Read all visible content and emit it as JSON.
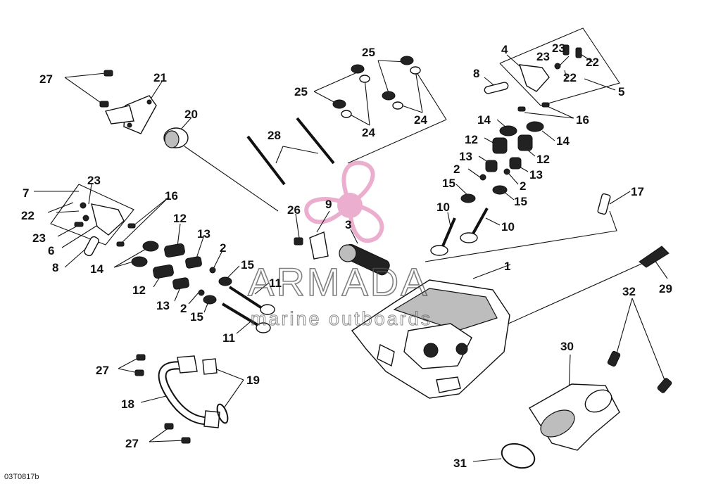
{
  "diagram": {
    "reference_code": "03T0817b",
    "watermark": {
      "brand": "ARMADA",
      "tagline": "marine outboards",
      "logo_color": "#e9a6c9"
    },
    "callouts": [
      "1",
      "2",
      "3",
      "4",
      "5",
      "6",
      "7",
      "8",
      "9",
      "10",
      "11",
      "12",
      "13",
      "14",
      "15",
      "16",
      "17",
      "18",
      "19",
      "20",
      "21",
      "22",
      "23",
      "24",
      "25",
      "26",
      "27",
      "28",
      "29",
      "30",
      "31",
      "32"
    ]
  }
}
